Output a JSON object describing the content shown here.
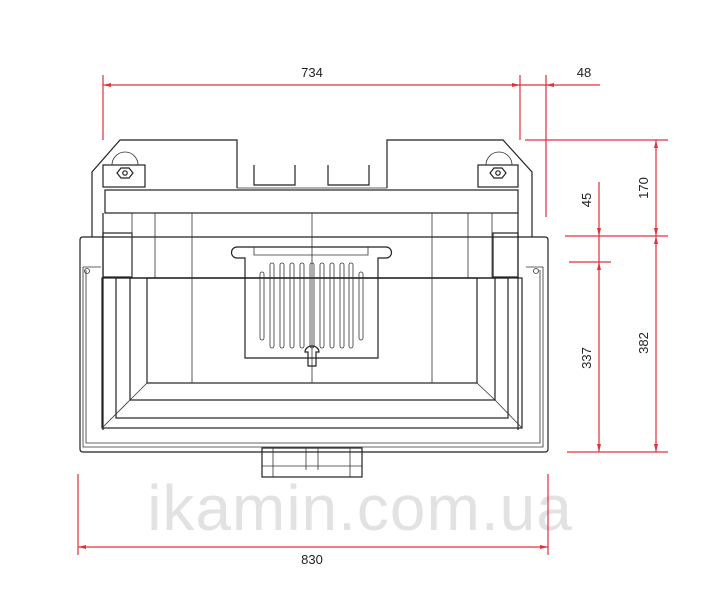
{
  "drawing": {
    "title": "Fireplace insert top view (cross-section)",
    "watermark": "ikamin.com.ua",
    "colors": {
      "dimension": "#e0303a",
      "outline": "#222222",
      "watermark": "#e2e2e2"
    },
    "dimensions": {
      "top_width": "734",
      "side_offset": "48",
      "rear_depth": "170",
      "collar_depth": "45",
      "inner_depth": "337",
      "front_depth": "382",
      "overall_width": "830"
    }
  }
}
